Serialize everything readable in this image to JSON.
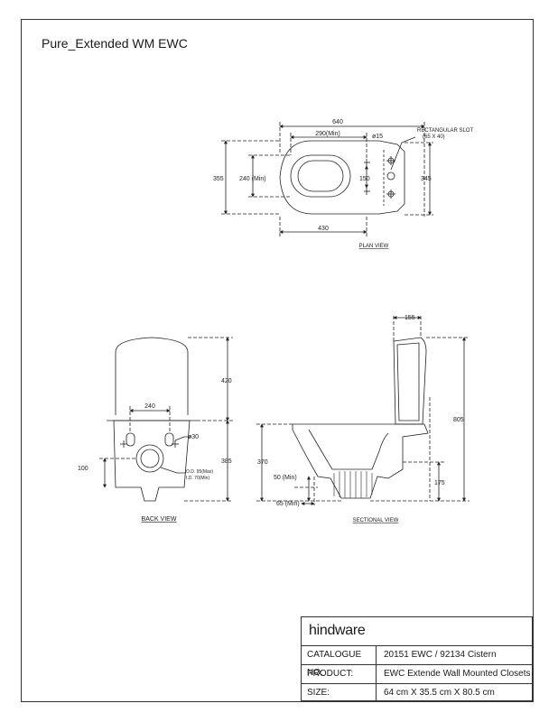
{
  "title": "Pure_Extended WM EWC",
  "plan_view": {
    "caption": "PLAN VIEW",
    "dim_640": "640",
    "dim_290": "290(Min)",
    "dim_15": "ø15",
    "slot_label": "RECTANGULAR SLOT",
    "slot_size": "(65 X 40)",
    "dim_355": "355",
    "dim_240": "240 (Min)",
    "dim_150": "150",
    "dim_345": "345",
    "dim_430": "430"
  },
  "back_view": {
    "caption": "BACK VIEW",
    "dim_420": "420",
    "dim_240": "240",
    "dim_30": "ø30",
    "dim_385": "385",
    "dim_100": "100",
    "od": "O.D. 95(Max)",
    "id": "I.D. 70(Min)"
  },
  "sectional_view": {
    "caption": "SECTIONAL VIEW",
    "dim_155": "155",
    "dim_805": "805",
    "dim_370": "370",
    "dim_50": "50 (Min)",
    "dim_175": "175",
    "dim_65": "65 (Min)"
  },
  "title_block": {
    "brand": "hindware",
    "rows": [
      {
        "label": "CATALOGUE NO:",
        "value": "20151 EWC / 92134 Cistern"
      },
      {
        "label": "PRODUCT:",
        "value": "EWC Extende Wall Mounted Closets"
      },
      {
        "label": "SIZE:",
        "value": "64 cm X 35.5 cm X 80.5 cm"
      }
    ]
  }
}
